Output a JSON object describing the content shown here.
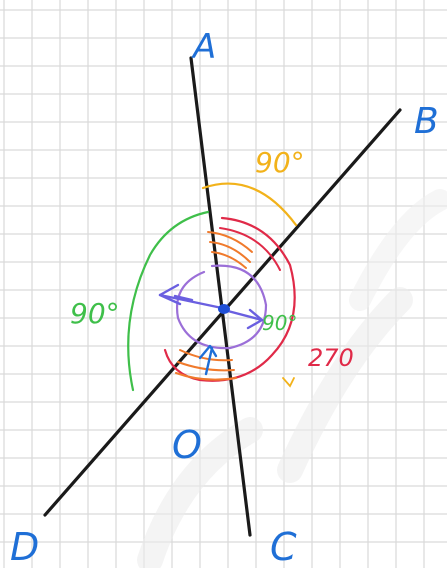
{
  "points": {
    "a": "A",
    "b": "B",
    "c": "C",
    "d": "D",
    "o": "O"
  },
  "angles": {
    "top": "90°",
    "left": "90°",
    "right": "90°",
    "reflex": "270"
  },
  "colors": {
    "line": "#1a1a1a",
    "grid": "#d9d9d9",
    "label_blue": "#1f6fd6",
    "yellow": "#f2b21a",
    "green": "#3fbf4a",
    "red": "#e02a48",
    "orange": "#f07a2c",
    "purple": "#9b6fd8",
    "violet": "#6a5fe0",
    "watermark": "#eeeeee"
  }
}
